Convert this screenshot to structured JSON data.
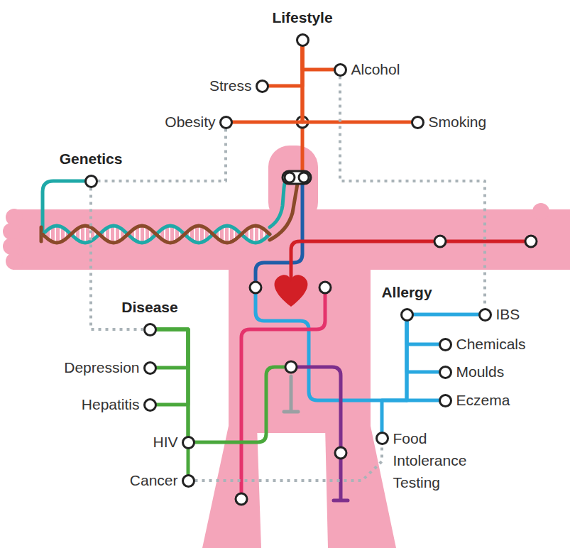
{
  "diagram": {
    "nodes": [
      {
        "text": [
          "Lifestyle"
        ]
      },
      {
        "text": [
          "Alcohol"
        ]
      },
      {
        "text": [
          "Stress"
        ]
      },
      {
        "text": [
          "Obesity"
        ]
      },
      {
        "text": [
          "Smoking"
        ]
      },
      {
        "text": [
          "Genetics"
        ]
      },
      {
        "text": [
          "Allergy"
        ]
      },
      {
        "text": [
          "IBS"
        ]
      },
      {
        "text": [
          "Disease"
        ]
      },
      {
        "text": [
          "Chemicals"
        ]
      },
      {
        "text": [
          "Depression"
        ]
      },
      {
        "text": [
          "Moulds"
        ]
      },
      {
        "text": [
          "Hepatitis"
        ]
      },
      {
        "text": [
          "Eczema"
        ]
      },
      {
        "text": [
          "HIV"
        ]
      },
      {
        "text": [
          "Food Intolerance Testing"
        ]
      },
      {
        "text": [
          "Cancer"
        ]
      }
    ],
    "edges": [
      {
        "from": 0,
        "to": 1,
        "arrow": "none"
      },
      {
        "from": 0,
        "to": 2,
        "arrow": "none"
      },
      {
        "from": 0,
        "to": 3,
        "arrow": "none"
      },
      {
        "from": 0,
        "to": 4,
        "arrow": "none"
      },
      {
        "from": 3,
        "to": 5,
        "arrow": "none"
      },
      {
        "from": 1,
        "to": 7,
        "arrow": "none"
      },
      {
        "from": 5,
        "to": 8,
        "arrow": "none"
      },
      {
        "from": 6,
        "to": 7,
        "arrow": "none"
      },
      {
        "from": 6,
        "to": 9,
        "arrow": "none"
      },
      {
        "from": 6,
        "to": 11,
        "arrow": "none"
      },
      {
        "from": 6,
        "to": 13,
        "arrow": "none"
      },
      {
        "from": 6,
        "to": 15,
        "arrow": "none"
      },
      {
        "from": 8,
        "to": 10,
        "arrow": "none"
      },
      {
        "from": 8,
        "to": 12,
        "arrow": "none"
      },
      {
        "from": 8,
        "to": 14,
        "arrow": "none"
      },
      {
        "from": 8,
        "to": 16,
        "arrow": "none"
      },
      {
        "from": 16,
        "to": 15,
        "arrow": "none"
      }
    ]
  }
}
